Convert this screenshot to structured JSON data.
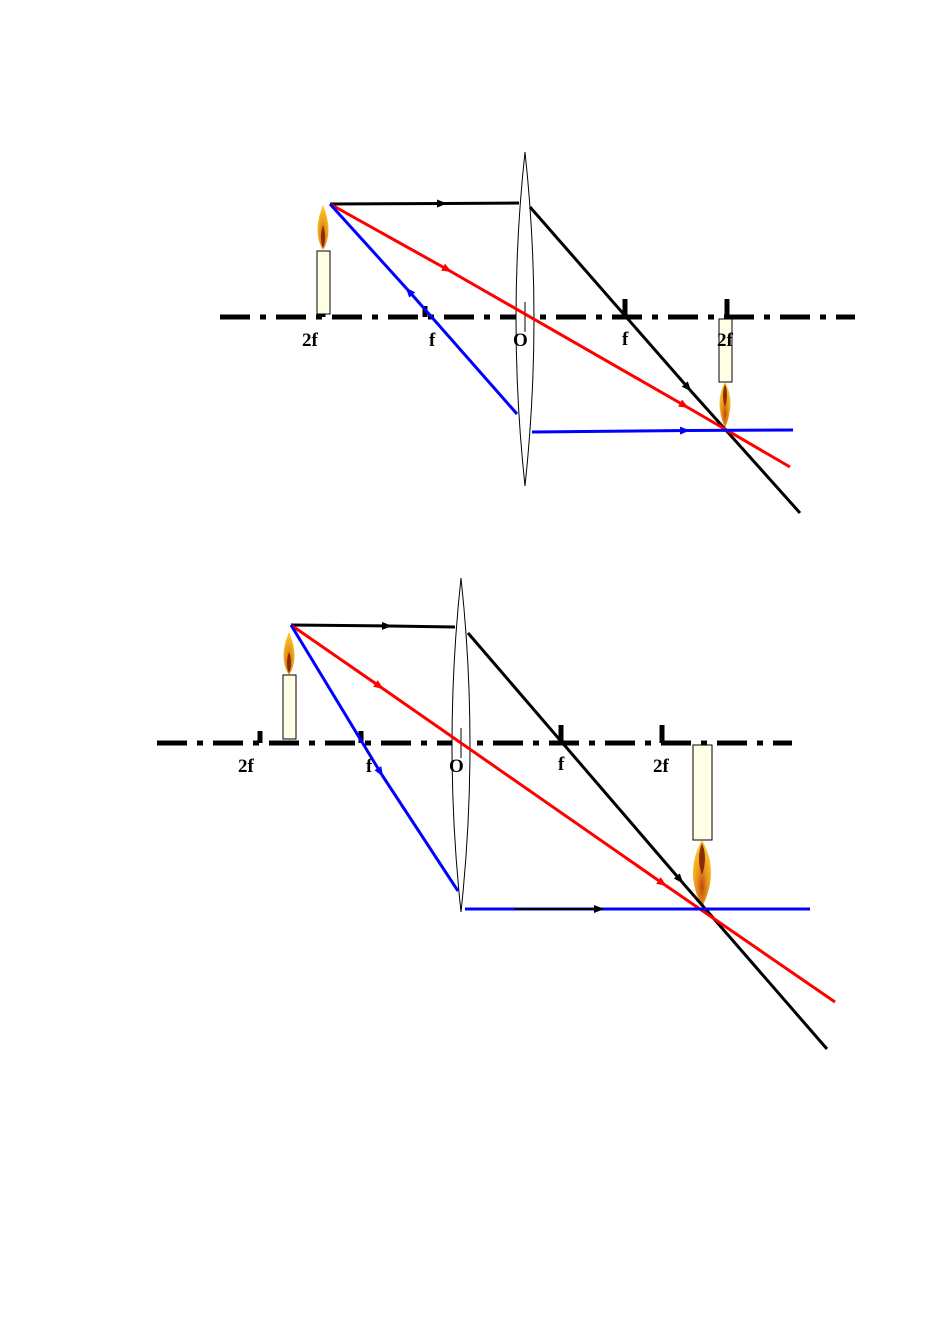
{
  "diagram_1": {
    "labels": {
      "twof_left": "2f",
      "f_left": "f",
      "center": "O",
      "f_right": "f",
      "twof_right": "2f"
    }
  },
  "diagram_2": {
    "labels": {
      "twof_left": "2f",
      "f_left": "f",
      "center": "O",
      "f_right": "f",
      "twof_right": "2f"
    }
  },
  "colors": {
    "axis": "#000000",
    "parallel_ray": "#000000",
    "center_ray": "#ff0000",
    "focal_ray": "#0000ff",
    "candle_body": "#ffffe6",
    "flame_outer": "#f6c22c",
    "flame_inner": "#c0470e"
  }
}
